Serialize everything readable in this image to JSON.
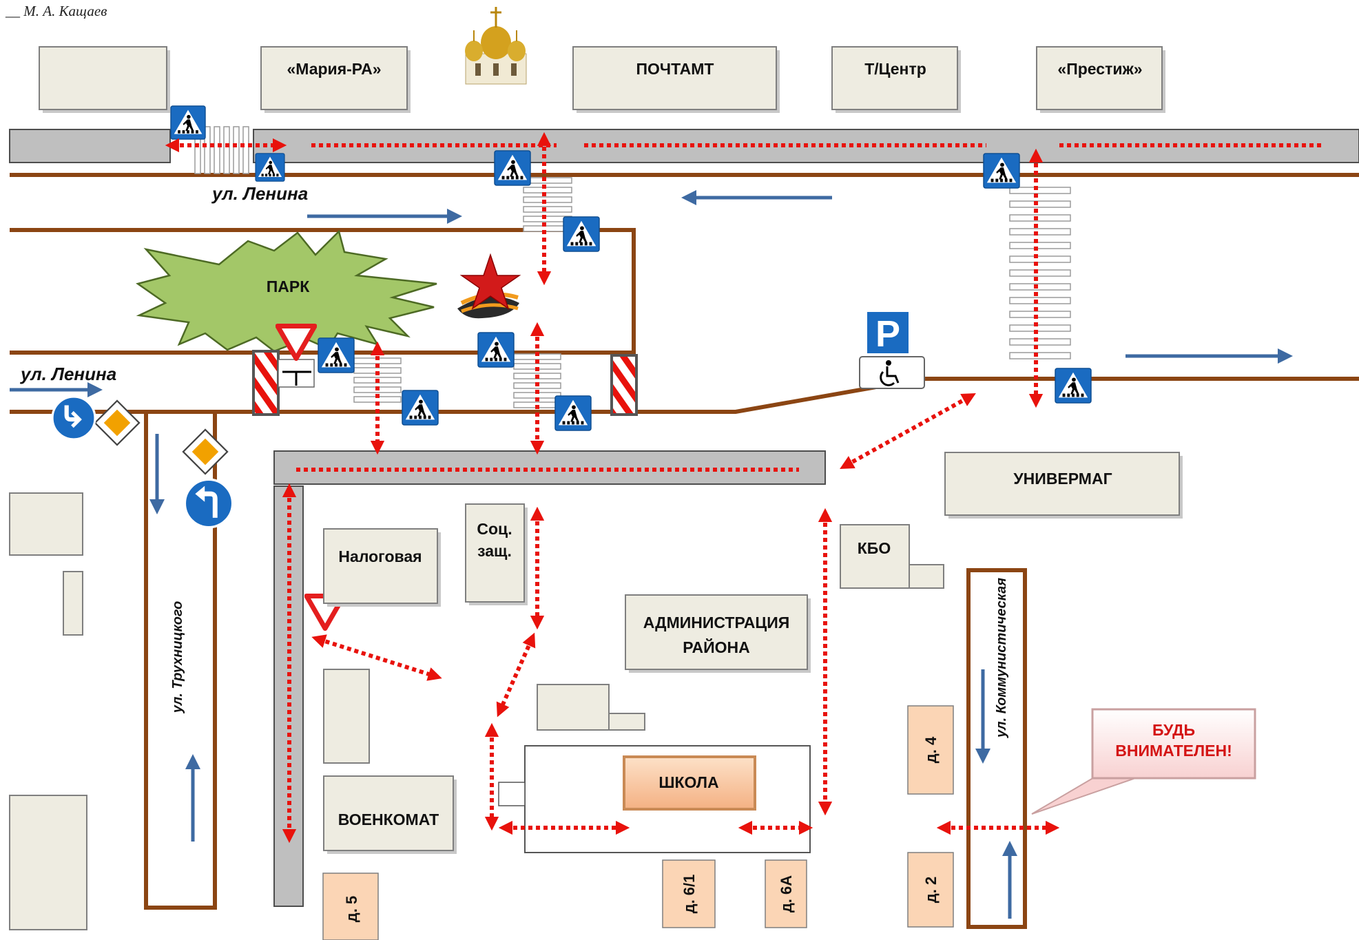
{
  "author": "__ М. А. Кащаев",
  "buildings": {
    "maria_ra": "«Мария-РА»",
    "post_office": "ПОЧТАМТ",
    "trade_center": "Т/Центр",
    "prestige": "«Престиж»",
    "park": "ПАРК",
    "department_store": "УНИВЕРМАГ",
    "tax_office": "Налоговая",
    "social_line1": "Соц.",
    "social_line2": "защ.",
    "consumer_services": "КБО",
    "administration_line1": "АДМИНИСТРАЦИЯ",
    "administration_line2": "РАЙОНА",
    "school": "ШКОЛА",
    "military_office": "ВОЕНКОМАТ"
  },
  "streets": {
    "lenina_top": "ул. Ленина",
    "lenina_left": "ул. Ленина",
    "trukhnitskogo": "ул. Трухницкого",
    "kommunisticheskaya": "ул. Коммунистическая"
  },
  "houses": {
    "d5": "д. 5",
    "d6_1": "д. 6/1",
    "d6a": "д. 6А",
    "d4": "д. 4",
    "d2": "д. 2"
  },
  "callout": {
    "line1": "БУДЬ",
    "line2": "ВНИМАТЕЛЕН!"
  },
  "signs": {
    "parking": "P"
  },
  "colors": {
    "road": "#8b4513",
    "route": "#e8120c",
    "traffic_flow": "#3e6aa2",
    "crosswalk_sign": "#1a6bc1",
    "building": "#eeece1",
    "house": "#fbd5b5",
    "park": "#a3c768"
  },
  "legend_icons": [
    "pedestrian-crossing-sign-icon",
    "yield-sign-icon",
    "priority-road-sign-icon",
    "turn-arrow-sign-icon",
    "parking-sign-icon",
    "disabled-parking-icon",
    "church-icon",
    "red-star-memorial-icon"
  ]
}
